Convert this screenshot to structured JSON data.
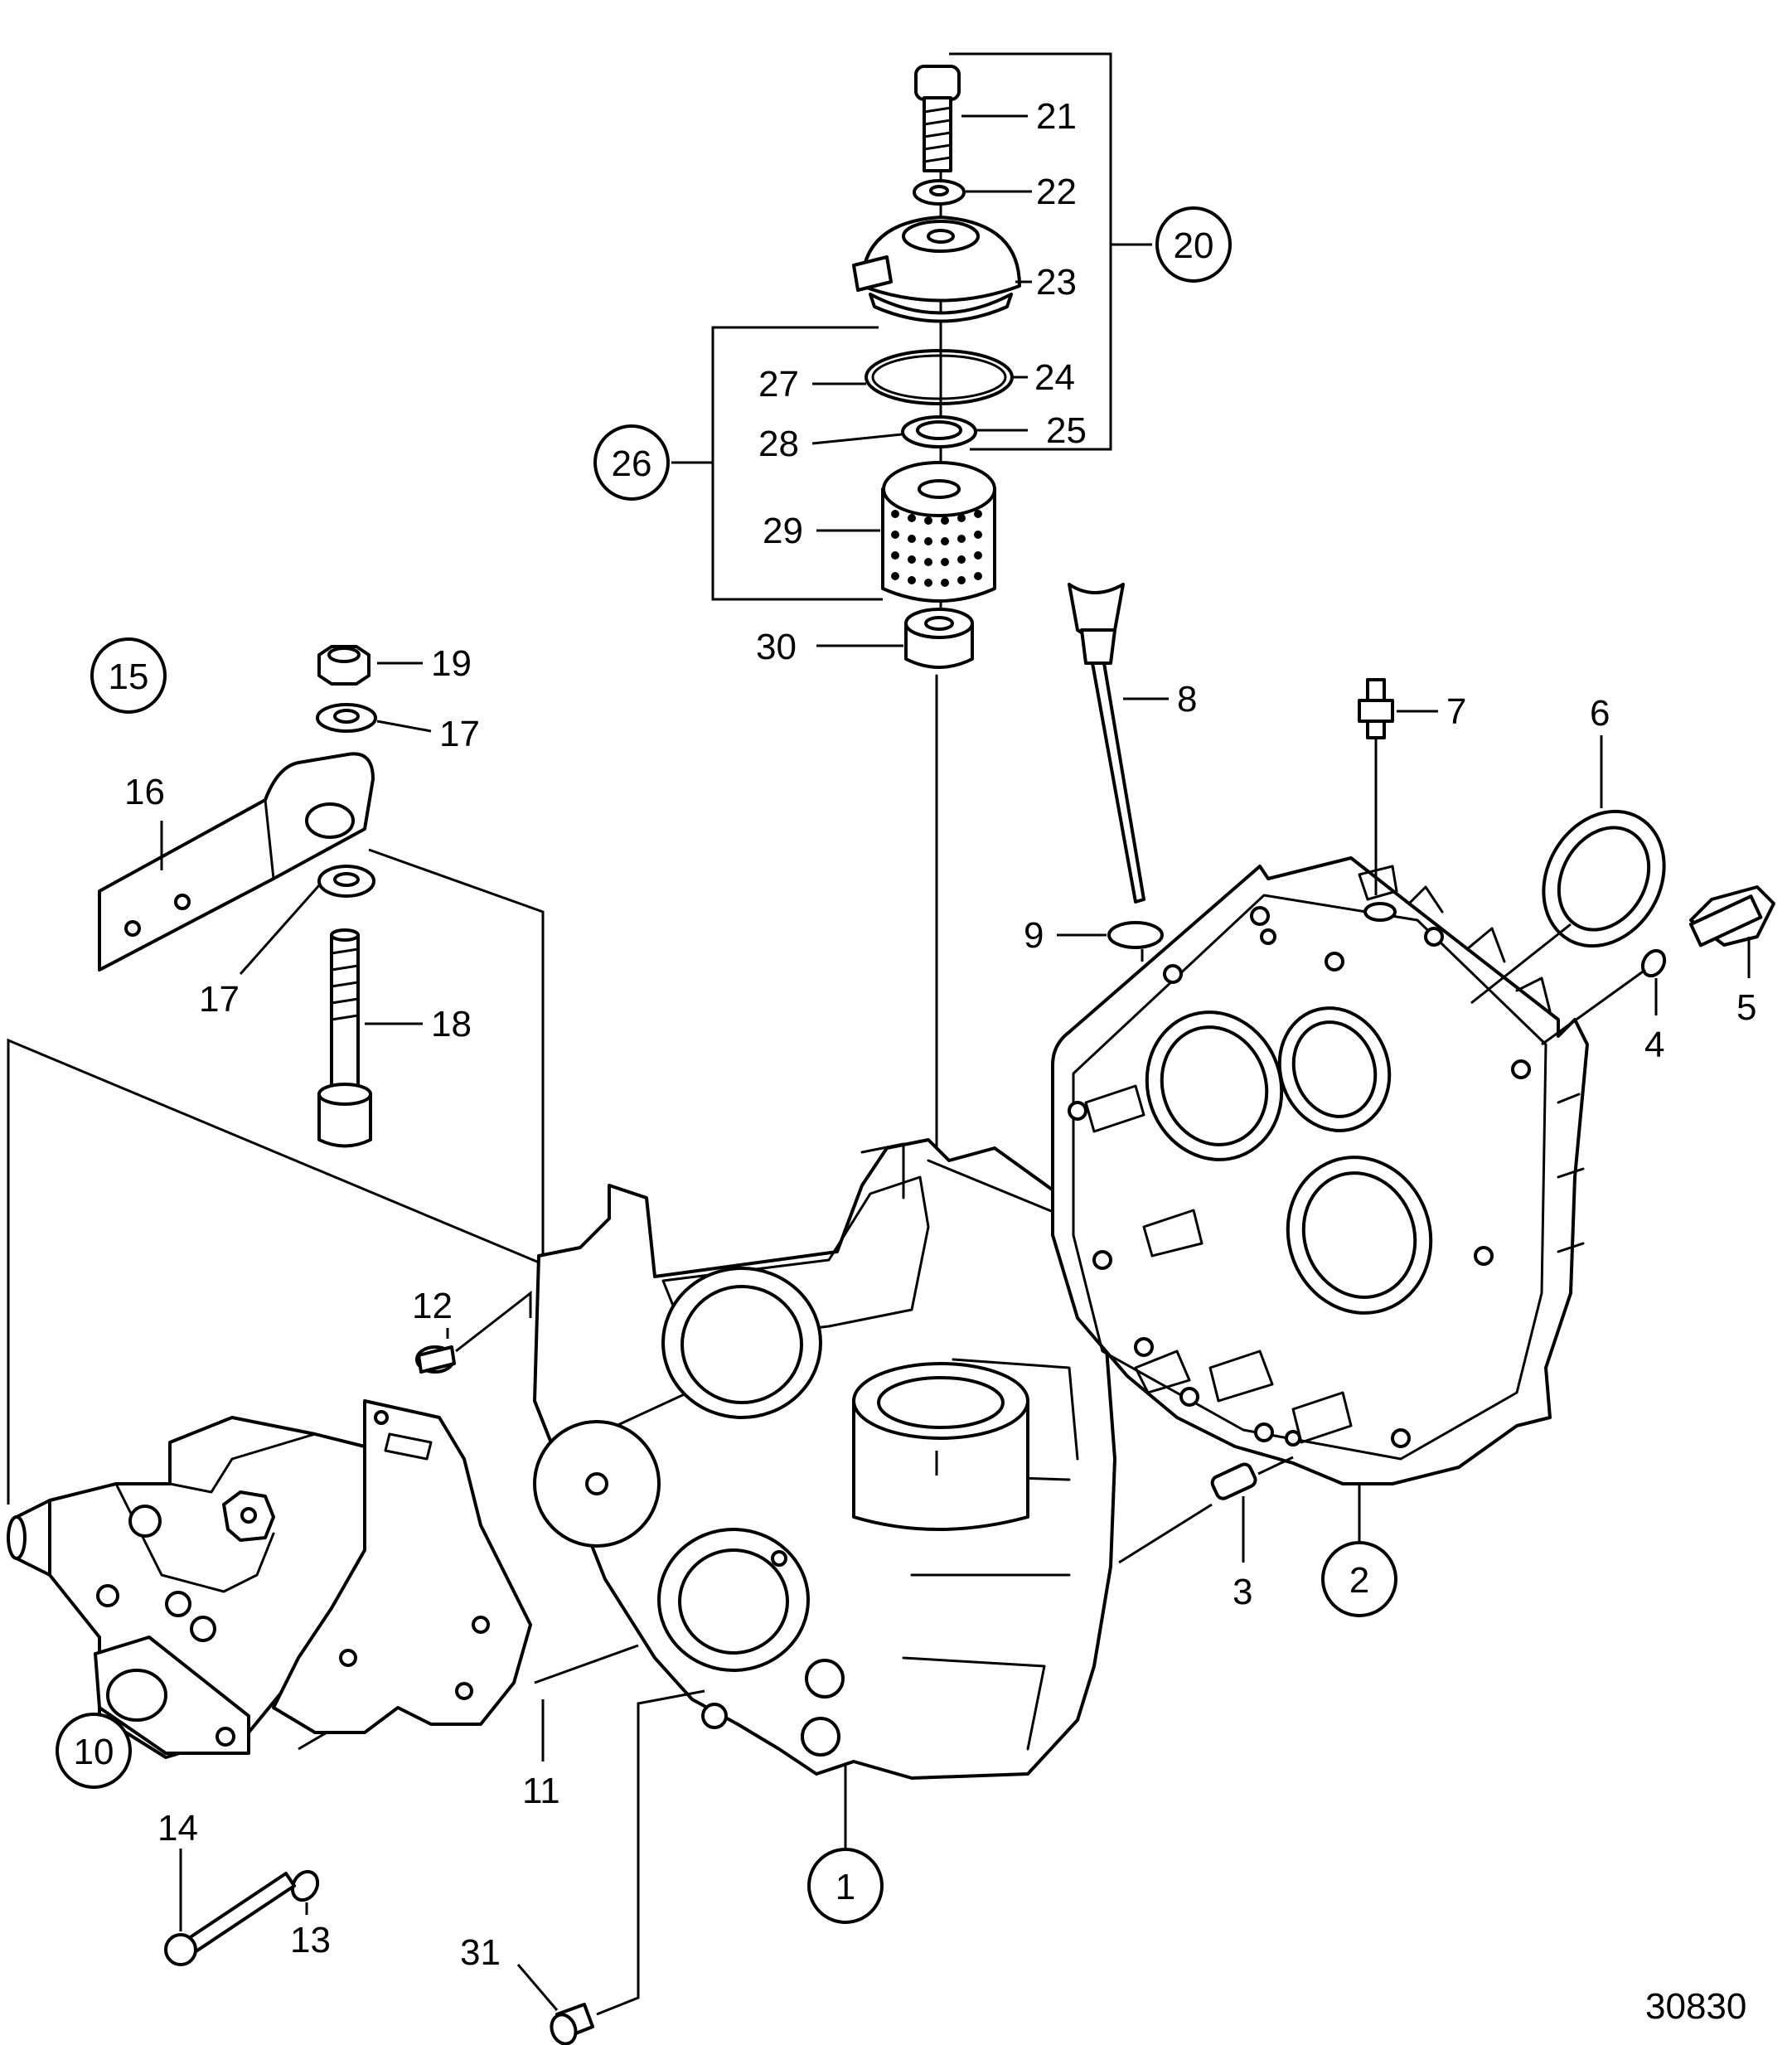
{
  "labels": {
    "p1": "1",
    "p2": "2",
    "p3": "3",
    "p4": "4",
    "p5": "5",
    "p6": "6",
    "p7": "7",
    "p8": "8",
    "p9": "9",
    "p10": "10",
    "p11": "11",
    "p12": "12",
    "p13": "13",
    "p14": "14",
    "p15": "15",
    "p16": "16",
    "p17a": "17",
    "p17b": "17",
    "p18": "18",
    "p19": "19",
    "p20": "20",
    "p21": "21",
    "p22": "22",
    "p23": "23",
    "p24": "24",
    "p25": "25",
    "p26": "26",
    "p27": "27",
    "p28": "28",
    "p29": "29",
    "p30": "30",
    "p31": "31"
  },
  "drawing_number": "30830"
}
